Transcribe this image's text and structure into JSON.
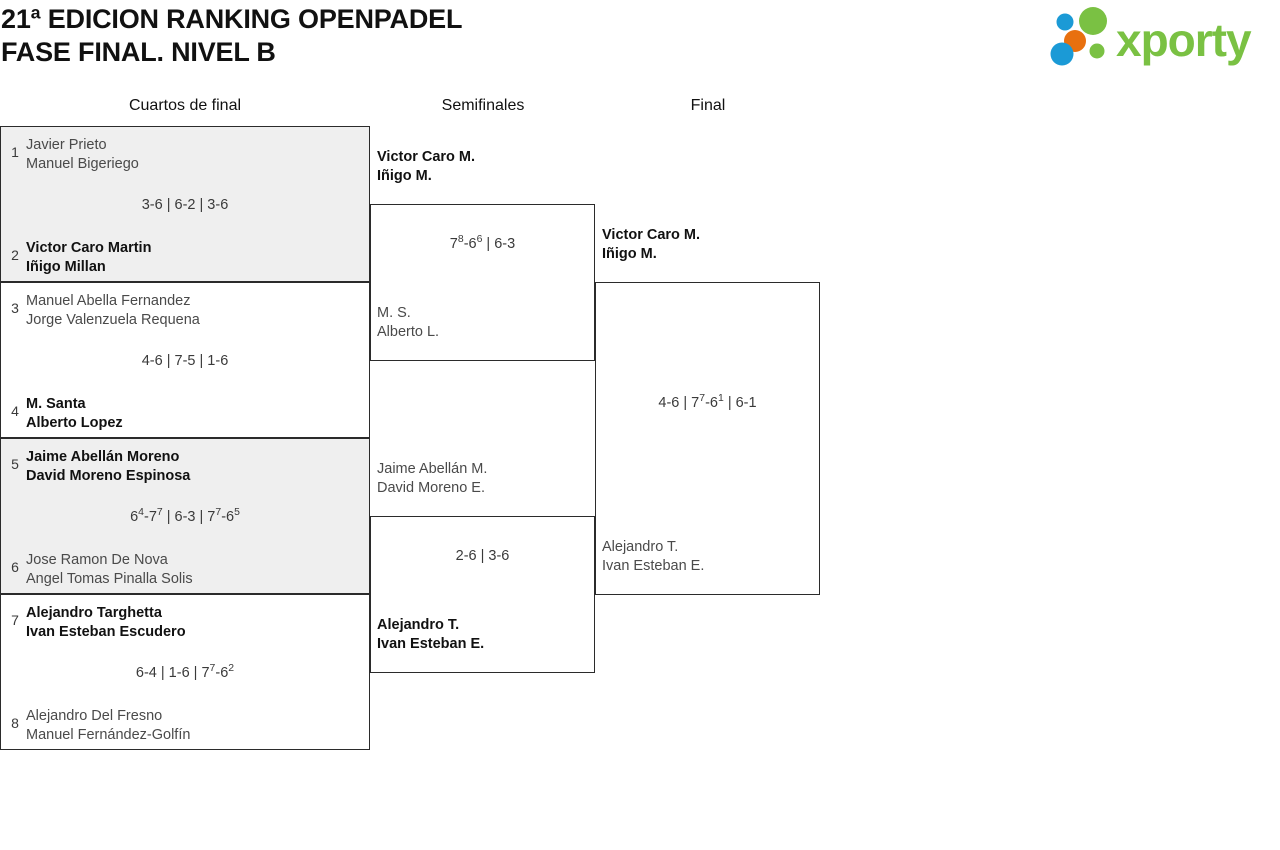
{
  "header": {
    "title_line_1": "21ª EDICION RANKING OPENPADEL",
    "title_line_2": "FASE FINAL. NIVEL B",
    "logo_text": "xporty",
    "logo_colors": {
      "green": "#7ac143",
      "blue": "#1b9ad6",
      "orange": "#e8700f"
    }
  },
  "columns": {
    "quarterfinals_label": "Cuartos de final",
    "semifinals_label": "Semifinales",
    "final_label": "Final"
  },
  "quarterfinals": [
    {
      "shaded": true,
      "top": {
        "seed": "1",
        "player1": "Javier Prieto",
        "player2": "Manuel Bigeriego",
        "winner": false
      },
      "bottom": {
        "seed": "2",
        "player1": "Victor Caro Martin",
        "player2": "Iñigo Millan",
        "winner": true
      },
      "score_sets": [
        {
          "a": "3",
          "a_tb": "",
          "b": "6",
          "b_tb": ""
        },
        {
          "a": "6",
          "a_tb": "",
          "b": "2",
          "b_tb": ""
        },
        {
          "a": "3",
          "a_tb": "",
          "b": "6",
          "b_tb": ""
        }
      ]
    },
    {
      "shaded": false,
      "top": {
        "seed": "3",
        "player1": "Manuel Abella Fernandez",
        "player2": "Jorge Valenzuela Requena",
        "winner": false
      },
      "bottom": {
        "seed": "4",
        "player1": "M. Santa",
        "player2": "Alberto Lopez",
        "winner": true
      },
      "score_sets": [
        {
          "a": "4",
          "a_tb": "",
          "b": "6",
          "b_tb": ""
        },
        {
          "a": "7",
          "a_tb": "",
          "b": "5",
          "b_tb": ""
        },
        {
          "a": "1",
          "a_tb": "",
          "b": "6",
          "b_tb": ""
        }
      ]
    },
    {
      "shaded": true,
      "top": {
        "seed": "5",
        "player1": "Jaime Abellán Moreno",
        "player2": "David Moreno Espinosa",
        "winner": true
      },
      "bottom": {
        "seed": "6",
        "player1": "Jose Ramon De Nova",
        "player2": "Angel Tomas Pinalla Solis",
        "winner": false
      },
      "score_sets": [
        {
          "a": "6",
          "a_tb": "4",
          "b": "7",
          "b_tb": "7"
        },
        {
          "a": "6",
          "a_tb": "",
          "b": "3",
          "b_tb": ""
        },
        {
          "a": "7",
          "a_tb": "7",
          "b": "6",
          "b_tb": "5"
        }
      ]
    },
    {
      "shaded": false,
      "top": {
        "seed": "7",
        "player1": "Alejandro Targhetta",
        "player2": "Ivan Esteban Escudero",
        "winner": true
      },
      "bottom": {
        "seed": "8",
        "player1": "Alejandro Del Fresno",
        "player2": "Manuel Fernández-Golfín",
        "winner": false
      },
      "score_sets": [
        {
          "a": "6",
          "a_tb": "",
          "b": "4",
          "b_tb": ""
        },
        {
          "a": "1",
          "a_tb": "",
          "b": "6",
          "b_tb": ""
        },
        {
          "a": "7",
          "a_tb": "7",
          "b": "6",
          "b_tb": "2"
        }
      ]
    }
  ],
  "semifinals": [
    {
      "top": {
        "player1": "Victor Caro M.",
        "player2": "Iñigo M.",
        "winner": true
      },
      "bottom": {
        "player1": "M. S.",
        "player2": "Alberto L.",
        "winner": false
      },
      "score_sets": [
        {
          "a": "7",
          "a_tb": "8",
          "b": "6",
          "b_tb": "6"
        },
        {
          "a": "6",
          "a_tb": "",
          "b": "3",
          "b_tb": ""
        }
      ]
    },
    {
      "top": {
        "player1": "Jaime Abellán M.",
        "player2": "David Moreno E.",
        "winner": false
      },
      "bottom": {
        "player1": "Alejandro T.",
        "player2": "Ivan Esteban E.",
        "winner": true
      },
      "score_sets": [
        {
          "a": "2",
          "a_tb": "",
          "b": "6",
          "b_tb": ""
        },
        {
          "a": "3",
          "a_tb": "",
          "b": "6",
          "b_tb": ""
        }
      ]
    }
  ],
  "final": {
    "top": {
      "player1": "Victor Caro M.",
      "player2": "Iñigo M.",
      "winner": true
    },
    "bottom": {
      "player1": "Alejandro T.",
      "player2": "Ivan Esteban E.",
      "winner": false
    },
    "score_sets": [
      {
        "a": "4",
        "a_tb": "",
        "b": "6",
        "b_tb": ""
      },
      {
        "a": "7",
        "a_tb": "7",
        "b": "6",
        "b_tb": "1"
      },
      {
        "a": "6",
        "a_tb": "",
        "b": "1",
        "b_tb": ""
      }
    ]
  }
}
